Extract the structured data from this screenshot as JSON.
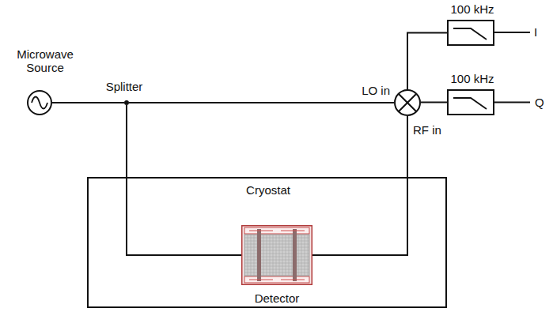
{
  "diagram": {
    "nodes": [
      {
        "text": [
          "Microwave Source"
        ]
      },
      {
        "text": [
          "Splitter"
        ]
      },
      {
        "text": [
          "100 kHz"
        ]
      },
      {
        "text": [
          "100 kHz"
        ]
      },
      {
        "text": [
          "LO in",
          "RF in"
        ]
      },
      {
        "text": [
          "Cryostat"
        ]
      },
      {
        "text": [
          "Detector"
        ],
        "in": 5
      }
    ],
    "edges": [
      {
        "from": 0,
        "to": 1,
        "arrow": "none"
      },
      {
        "from": 1,
        "to": 4,
        "arrow": "none"
      },
      {
        "from": 1,
        "to": 6,
        "arrow": "none"
      },
      {
        "from": 6,
        "to": 4,
        "arrow": "none"
      },
      {
        "from": 4,
        "to": 2,
        "arrow": "none"
      },
      {
        "from": 4,
        "to": 3,
        "arrow": "none"
      }
    ],
    "labels": [
      "I",
      "Q"
    ]
  }
}
